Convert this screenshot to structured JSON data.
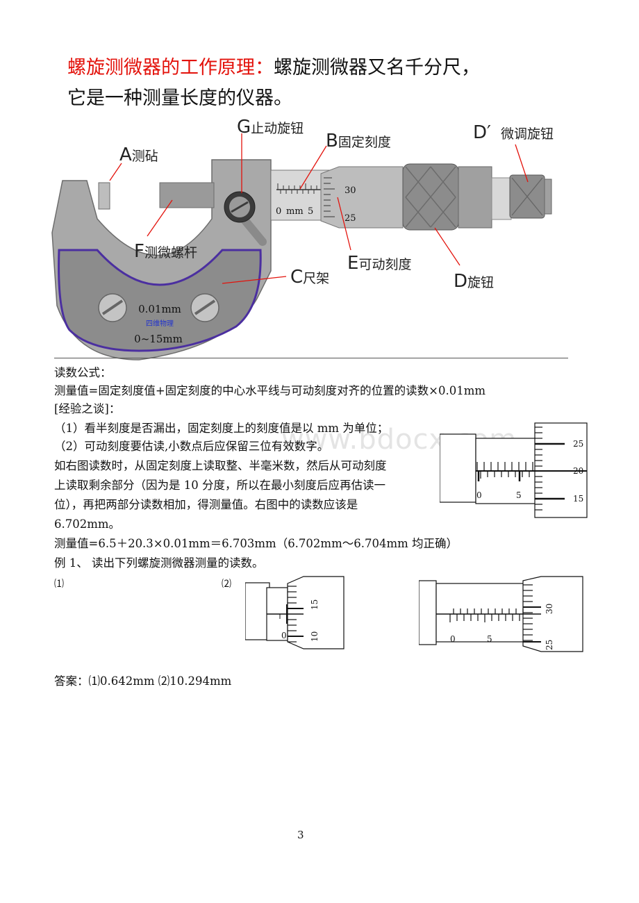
{
  "title": {
    "red_part": "螺旋测微器的工作原理：",
    "line1_rest": "螺旋测微器又名千分尺，",
    "line2": "它是一种测量长度的仪器。"
  },
  "diagram": {
    "labels": {
      "a": {
        "letter": "A",
        "text": "测砧"
      },
      "g": {
        "letter": "G",
        "text": "止动旋钮"
      },
      "b": {
        "letter": "B",
        "text": "固定刻度"
      },
      "d_prime": {
        "letter": "D′",
        "text": "微调旋钮"
      },
      "f": {
        "letter": "F",
        "text": "测微螺杆"
      },
      "e": {
        "letter": "E",
        "text": "可动刻度"
      },
      "c": {
        "letter": "C",
        "text": "尺架"
      },
      "d": {
        "letter": "D",
        "text": "旋钮"
      }
    },
    "scale": {
      "zero": "0",
      "unit": "mm",
      "five": "5",
      "t30": "30",
      "t25": "25"
    },
    "plate": {
      "precision": "0.01mm",
      "brand": "四维物理",
      "range": "0~15mm"
    },
    "colors": {
      "frame": "#a9a9a9",
      "plate": "#8c8c8c",
      "plate_border": "#4b2fa0",
      "brand": "#2233cc"
    }
  },
  "text": {
    "formula_heading": "读数公式：",
    "formula": "测量值=固定刻度值+固定刻度的中心水平线与可动刻度对齐的位置的读数×0.01mm",
    "experience": "[经验之谈]：",
    "tip1": "（1）看半刻度是否漏出，固定刻度上的刻度值是以 mm 为单位；",
    "tip2": "（2）可动刻度要估读,小数点后应保留三位有效数字。",
    "para1": "如右图读数时，从固定刻度上读取整、半毫米数，然后从可动刻度",
    "para2": "上读取剩余部分（因为是 10 分度，所以在最小刻度后应再估读一",
    "para3": "位），再把两部分读数相加，得测量值。右图中的读数应该是",
    "para4": "6.702mm。",
    "measure": "测量值=6.5＋20.3×0.01mm＝6.703mm（6.702mm～6.704mm 均正确）",
    "example": "例 1、  读出下列螺旋测微器测量的读数。",
    "ex1_label": "⑴",
    "ex2_label": "⑵",
    "answer": "答案：⑴0.642mm  ⑵10.294mm",
    "watermark": "www.bdocx.com",
    "page_number": "3"
  },
  "figure_right": {
    "zero": "0",
    "five": "5",
    "t25": "25",
    "t20": "20",
    "t15": "15"
  },
  "figure_ex1": {
    "zero": "0",
    "t15": "15",
    "t10": "10"
  },
  "figure_ex2": {
    "zero": "0",
    "five": "5",
    "t30": "30",
    "t25": "25"
  }
}
